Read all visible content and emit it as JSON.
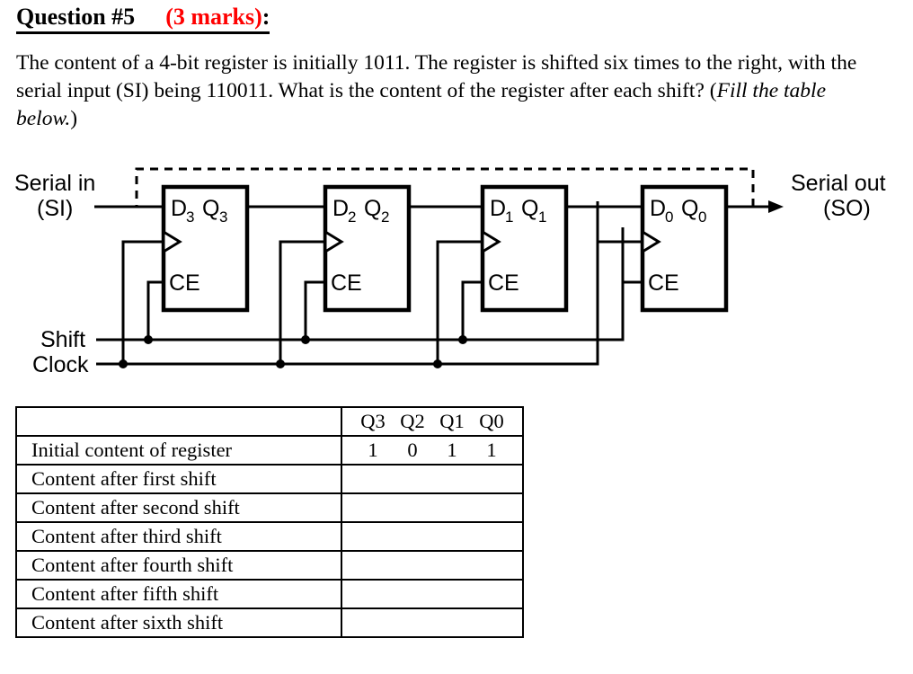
{
  "heading": {
    "question_label": "Question #5",
    "marks": "(3 marks)",
    "colon": ":"
  },
  "body": {
    "text_part1": "The content of a 4-bit register is initially 1011. The register is shifted six times to the right, with the serial input (SI) being 110011. What is the content of the register after each shift? (",
    "italic_part": "Fill the table below.",
    "text_part2": ")"
  },
  "circuit": {
    "serial_in_line1": "Serial in",
    "serial_in_line2": "(SI)",
    "serial_out_line1": "Serial out",
    "serial_out_line2": "(SO)",
    "shift_label": "Shift",
    "clock_label": "Clock",
    "flipflops": [
      {
        "d": "D",
        "d_sub": "3",
        "q": "Q",
        "q_sub": "3",
        "ce": "CE"
      },
      {
        "d": "D",
        "d_sub": "2",
        "q": "Q",
        "q_sub": "2",
        "ce": "CE"
      },
      {
        "d": "D",
        "d_sub": "1",
        "q": "Q",
        "q_sub": "1",
        "ce": "CE"
      },
      {
        "d": "D",
        "d_sub": "0",
        "q": "Q",
        "q_sub": "0",
        "ce": "CE"
      }
    ]
  },
  "table": {
    "header": {
      "label": "",
      "bits": [
        "Q3",
        "Q2",
        "Q1",
        "Q0"
      ]
    },
    "rows": [
      {
        "label": "Initial content of register",
        "bits": [
          "1",
          "0",
          "1",
          "1"
        ]
      },
      {
        "label": "Content after first shift",
        "bits": [
          "",
          "",
          "",
          ""
        ]
      },
      {
        "label": "Content after second shift",
        "bits": [
          "",
          "",
          "",
          ""
        ]
      },
      {
        "label": "Content after third shift",
        "bits": [
          "",
          "",
          "",
          ""
        ]
      },
      {
        "label": "Content after fourth shift",
        "bits": [
          "",
          "",
          "",
          ""
        ]
      },
      {
        "label": "Content after fifth shift",
        "bits": [
          "",
          "",
          "",
          ""
        ]
      },
      {
        "label": "Content after sixth shift",
        "bits": [
          "",
          "",
          "",
          ""
        ]
      }
    ]
  },
  "colors": {
    "marks_red": "#ff0000",
    "spellcheck_green": "#009900",
    "ink": "#000000"
  }
}
